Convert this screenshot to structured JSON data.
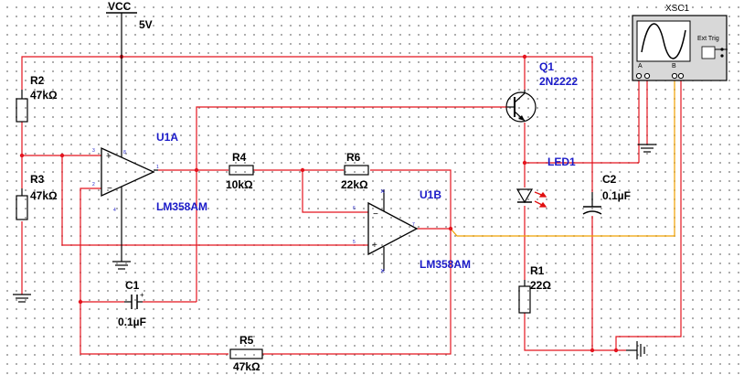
{
  "colors": {
    "wire_red": "#e4141e",
    "wire_orange": "#f0a000",
    "component": "#000000",
    "label_blue": "#1a1ac8",
    "led_arrows": "#e01010",
    "scope_screen": "#ffffff",
    "scope_body": "#d8d8d8"
  },
  "supply": {
    "name": "VCC",
    "value": "5V"
  },
  "resistors": {
    "r2": {
      "ref": "R2",
      "value": "47kΩ"
    },
    "r3": {
      "ref": "R3",
      "value": "47kΩ"
    },
    "r4": {
      "ref": "R4",
      "value": "10kΩ"
    },
    "r6": {
      "ref": "R6",
      "value": "22kΩ"
    },
    "r1": {
      "ref": "R1",
      "value": "22Ω"
    },
    "r5": {
      "ref": "R5",
      "value": "47kΩ"
    }
  },
  "capacitors": {
    "c1": {
      "ref": "C1",
      "value": "0.1µF"
    },
    "c2": {
      "ref": "C2",
      "value": "0.1µF"
    }
  },
  "opamps": {
    "u1a": {
      "ref": "U1A",
      "model": "LM358AM"
    },
    "u1b": {
      "ref": "U1B",
      "model": "LM358AM"
    }
  },
  "transistor": {
    "ref": "Q1",
    "model": "2N2222"
  },
  "led": {
    "ref": "LED1"
  },
  "oscilloscope": {
    "ref": "XSC1",
    "trigger_label": "Ext Trig",
    "channel_a": "A",
    "channel_b": "B"
  }
}
